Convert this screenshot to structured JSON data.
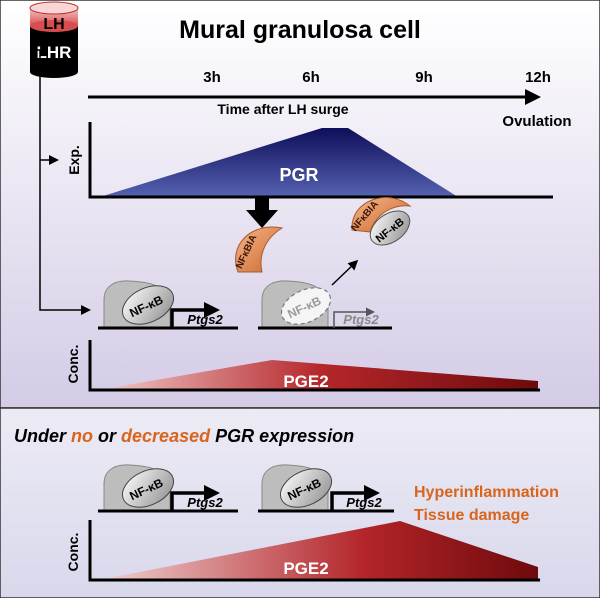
{
  "top_panel": {
    "title": "Mural granulosa cell",
    "receptor": {
      "ligand": "LH",
      "receptor": "LHR"
    },
    "timeline": {
      "ticks": [
        "3h",
        "6h",
        "9h",
        "12h"
      ],
      "axis_label": "Time after LH surge",
      "end_label": "Ovulation"
    },
    "pgr_plot": {
      "ylabel": "Exp.",
      "label": "PGR"
    },
    "inhibitor_left": "NFκBIA",
    "inhibitor_right": "NFκBIA",
    "nfkb_left": "NF-κB",
    "nfkb_middle": "NF-κB",
    "nfkb_bound": "NF-κB",
    "gene_left": "Ptgs2",
    "gene_middle": "Ptgs2",
    "pge2_plot": {
      "ylabel": "Conc.",
      "label": "PGE2"
    }
  },
  "bottom_panel": {
    "heading": {
      "part1": "Under ",
      "part2": "no",
      "part3": " or ",
      "part4": "decreased",
      "part5": " PGR expression"
    },
    "nfkb_left": "NF-κB",
    "nfkb_right": "NF-κB",
    "gene_left": "Ptgs2",
    "gene_right": "Ptgs2",
    "outcomes": [
      "Hyperinflammation",
      "Tissue damage"
    ],
    "pge2_plot": {
      "ylabel": "Conc.",
      "label": "PGE2"
    }
  },
  "colors": {
    "top_bg_start": "#ffffff",
    "top_bg_end": "#cfc6e4",
    "bottom_bg": "#dcdcee",
    "pgr_fill": "#1c1c6e",
    "pge2_fill": "#8b0f12",
    "orange_text": "#d9641c",
    "inhibitor": "#e2864a"
  }
}
